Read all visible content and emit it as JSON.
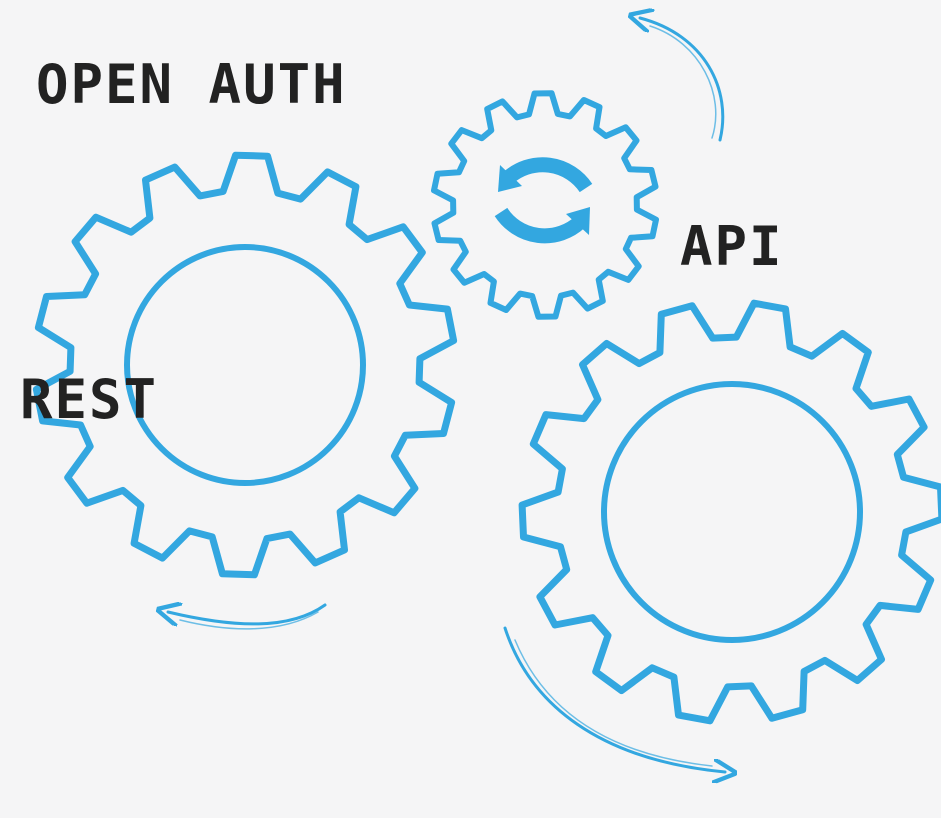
{
  "labels": {
    "open_auth": "OPEN AUTH",
    "api": "API",
    "rest": "REST"
  },
  "colors": {
    "gear": "#33a7e0",
    "text": "#222222",
    "background": "#f5f5f6"
  },
  "icons": {
    "center_gear_symbol": "sync-icon"
  }
}
